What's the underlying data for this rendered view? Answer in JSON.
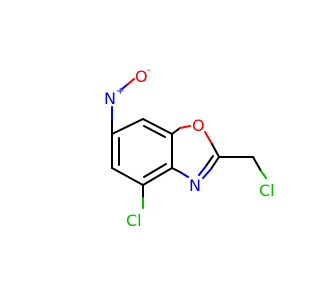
{
  "molecule": {
    "atoms": {
      "cl_ring": "Cl",
      "cl_chain": "Cl",
      "o_ring": "O",
      "n_ring": "N",
      "n_nitro": "N",
      "n_nitro_charge": "+",
      "o_nitro": "O",
      "o_nitro_charge": "-"
    }
  },
  "colors": {
    "bond": "#000000",
    "oxygen": "#ff0000",
    "nitrogen": "#0000ff",
    "chlorine": "#00c000",
    "background": "#ffffff"
  }
}
